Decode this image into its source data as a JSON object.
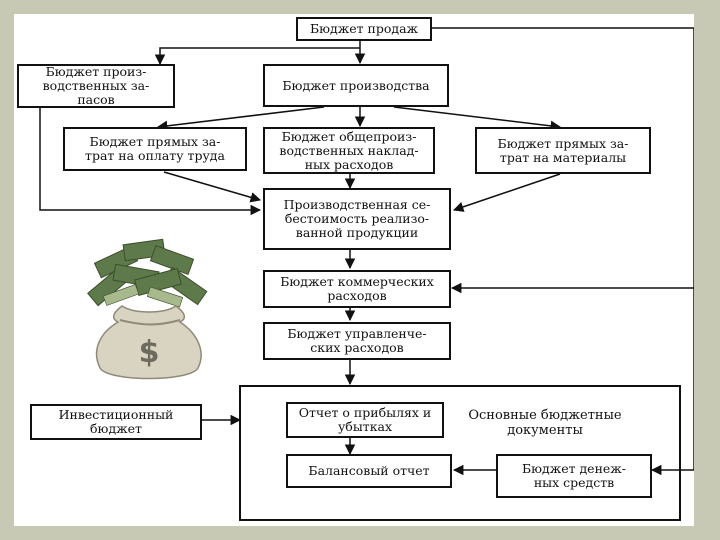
{
  "boxes": {
    "sales": "Бюджет продаж",
    "inventory": "Бюджет произ-\nводственных за-\nпасов",
    "production": "Бюджет производства",
    "direct_labor": "Бюджет прямых за-\nтрат на оплату труда",
    "overhead": "Бюджет общепроиз-\nводственных наклад-\nных расходов",
    "direct_materials": "Бюджет прямых за-\nтрат на материалы",
    "cost_of_goods": "Производственная се-\nбестоимость реализо-\nванной продукции",
    "selling": "Бюджет коммерческих\nрасходов",
    "admin": "Бюджет управленче-\nских расходов",
    "investment": "Инвестиционный\nбюджет",
    "income_statement": "Отчет о прибылях и\nубытках",
    "balance_sheet": "Балансовый отчет",
    "cash": "Бюджет денеж-\nных средств"
  },
  "group_label": "Основные бюджетные\nдокументы",
  "illustration": {
    "icon": "money-bag-icon",
    "symbol": "$"
  },
  "colors": {
    "page_background": "#c8c9b5",
    "lines": "#111111",
    "bag": "#d9d4c2",
    "cash": "#5f7a4a"
  }
}
